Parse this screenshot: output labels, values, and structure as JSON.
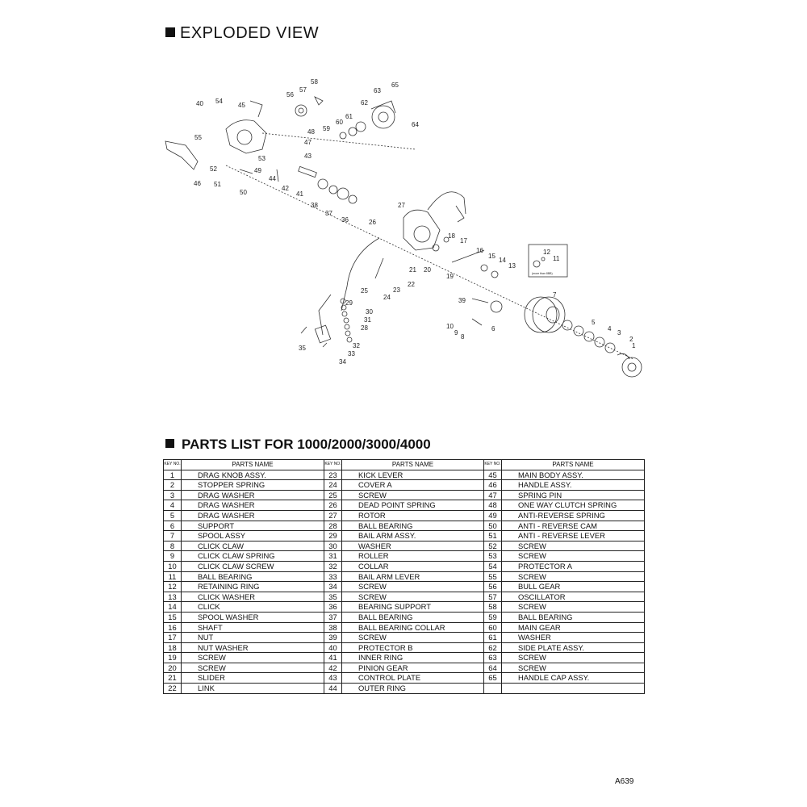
{
  "title": "EXPLODED VIEW",
  "parts_title": "PARTS LIST FOR 1000/2000/3000/4000",
  "page_number": "A639",
  "table_headers": {
    "key_no": "KEY NO.",
    "parts_name": "PARTS NAME"
  },
  "diagram_labels": [
    "1",
    "2",
    "3",
    "4",
    "5",
    "6",
    "7",
    "8",
    "9",
    "10",
    "11",
    "12",
    "13",
    "14",
    "15",
    "16",
    "17",
    "18",
    "19",
    "20",
    "21",
    "22",
    "23",
    "24",
    "25",
    "26",
    "27",
    "28",
    "29",
    "30",
    "31",
    "32",
    "33",
    "34",
    "35",
    "36",
    "37",
    "38",
    "39",
    "40",
    "41",
    "42",
    "43",
    "44",
    "45",
    "46",
    "47",
    "48",
    "49",
    "50",
    "51",
    "52",
    "53",
    "54",
    "55",
    "56",
    "57",
    "58",
    "59",
    "60",
    "61",
    "62",
    "63",
    "64",
    "65"
  ],
  "inset_note": "(more than 8BB)",
  "parts": [
    {
      "no": "1",
      "name": "DRAG KNOB ASSY."
    },
    {
      "no": "2",
      "name": "STOPPER SPRING"
    },
    {
      "no": "3",
      "name": "DRAG WASHER"
    },
    {
      "no": "4",
      "name": "DRAG WASHER"
    },
    {
      "no": "5",
      "name": "DRAG WASHER"
    },
    {
      "no": "6",
      "name": "SUPPORT"
    },
    {
      "no": "7",
      "name": "SPOOL ASSY"
    },
    {
      "no": "8",
      "name": "CLICK CLAW"
    },
    {
      "no": "9",
      "name": "CLICK CLAW SPRING"
    },
    {
      "no": "10",
      "name": "CLICK CLAW SCREW"
    },
    {
      "no": "11",
      "name": "BALL BEARING"
    },
    {
      "no": "12",
      "name": "RETAINING RING"
    },
    {
      "no": "13",
      "name": "CLICK WASHER"
    },
    {
      "no": "14",
      "name": "CLICK"
    },
    {
      "no": "15",
      "name": "SPOOL WASHER"
    },
    {
      "no": "16",
      "name": "SHAFT"
    },
    {
      "no": "17",
      "name": "NUT"
    },
    {
      "no": "18",
      "name": "NUT WASHER"
    },
    {
      "no": "19",
      "name": "SCREW"
    },
    {
      "no": "20",
      "name": "SCREW"
    },
    {
      "no": "21",
      "name": "SLIDER"
    },
    {
      "no": "22",
      "name": "LINK"
    },
    {
      "no": "23",
      "name": "KICK LEVER"
    },
    {
      "no": "24",
      "name": "COVER A"
    },
    {
      "no": "25",
      "name": "SCREW"
    },
    {
      "no": "26",
      "name": "DEAD POINT SPRING"
    },
    {
      "no": "27",
      "name": "ROTOR"
    },
    {
      "no": "28",
      "name": "BALL BEARING"
    },
    {
      "no": "29",
      "name": "BAIL ARM ASSY."
    },
    {
      "no": "30",
      "name": "WASHER"
    },
    {
      "no": "31",
      "name": "ROLLER"
    },
    {
      "no": "32",
      "name": "COLLAR"
    },
    {
      "no": "33",
      "name": "BAIL ARM LEVER"
    },
    {
      "no": "34",
      "name": "SCREW"
    },
    {
      "no": "35",
      "name": "SCREW"
    },
    {
      "no": "36",
      "name": "BEARING SUPPORT"
    },
    {
      "no": "37",
      "name": "BALL BEARING"
    },
    {
      "no": "38",
      "name": "BALL BEARING COLLAR"
    },
    {
      "no": "39",
      "name": "SCREW"
    },
    {
      "no": "40",
      "name": "PROTECTOR B"
    },
    {
      "no": "41",
      "name": "INNER RING"
    },
    {
      "no": "42",
      "name": "PINION GEAR"
    },
    {
      "no": "43",
      "name": "CONTROL PLATE"
    },
    {
      "no": "44",
      "name": "OUTER RING"
    },
    {
      "no": "45",
      "name": "MAIN BODY ASSY."
    },
    {
      "no": "46",
      "name": "HANDLE ASSY."
    },
    {
      "no": "47",
      "name": "SPRING PIN"
    },
    {
      "no": "48",
      "name": "ONE WAY CLUTCH SPRING"
    },
    {
      "no": "49",
      "name": "ANTI-REVERSE SPRING"
    },
    {
      "no": "50",
      "name": "ANTI - REVERSE CAM"
    },
    {
      "no": "51",
      "name": "ANTI - REVERSE LEVER"
    },
    {
      "no": "52",
      "name": "SCREW"
    },
    {
      "no": "53",
      "name": "SCREW"
    },
    {
      "no": "54",
      "name": "PROTECTOR A"
    },
    {
      "no": "55",
      "name": "SCREW"
    },
    {
      "no": "56",
      "name": "BULL GEAR"
    },
    {
      "no": "57",
      "name": "OSCILLATOR"
    },
    {
      "no": "58",
      "name": "SCREW"
    },
    {
      "no": "59",
      "name": "BALL BEARING"
    },
    {
      "no": "60",
      "name": "MAIN GEAR"
    },
    {
      "no": "61",
      "name": "WASHER"
    },
    {
      "no": "62",
      "name": "SIDE PLATE ASSY."
    },
    {
      "no": "63",
      "name": "SCREW"
    },
    {
      "no": "64",
      "name": "SCREW"
    },
    {
      "no": "65",
      "name": "HANDLE CAP ASSY."
    }
  ]
}
